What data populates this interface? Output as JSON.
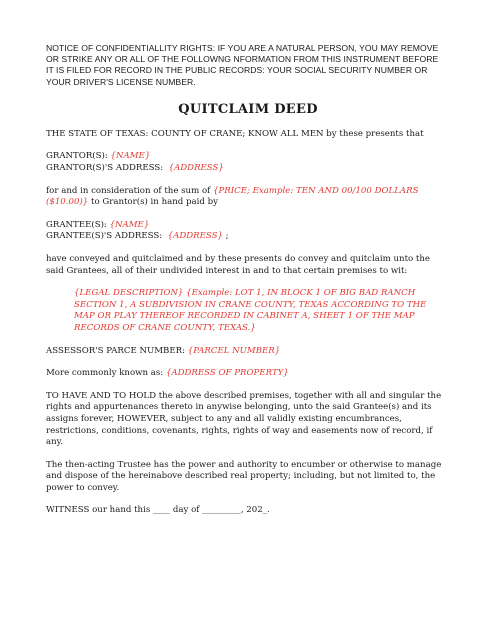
{
  "notice": "NOTICE OF CONFIDENTIALLITY RIGHTS: IF YOU ARE A NATURAL PERSON, YOU MAY REMOVE OR STRIKE ANY OR ALL OF THE FOLLOWNG NFORMATION FROM THIS INSTRUMENT BEFORE IT IS FILED FOR RECORD IN THE PUBLIC RECORDS: YOUR SOCIAL SECURITY NUMBER OR YOUR DRIVER'S LICENSE NUMBER.",
  "title": "QUITCLAIM DEED",
  "state_line": "THE STATE OF TEXAS: COUNTY OF CRANE;  KNOW ALL MEN by these presents that",
  "grantor": {
    "label": "GRANTOR(S):",
    "name_ph": "{NAME}",
    "address_label": "GRANTOR(S)'S ADDRESS:",
    "address_ph": "{ADDRESS}"
  },
  "consideration": {
    "before": "for and in consideration of the sum of",
    "price_ph": "{PRICE; Example:  TEN AND 00/100 DOLLARS ($10.00)}",
    "after": "to Grantor(s) in hand paid by"
  },
  "grantee": {
    "label": "GRANTEE(S):",
    "name_ph": "{NAME}",
    "address_label": "GRANTEE(S)'S ADDRESS:",
    "address_ph": "{ADDRESS}",
    "address_suffix": ";"
  },
  "conveyance": "have conveyed and quitclaimed and by these presents do convey and quitclaim unto the said Grantees, all of their undivided interest in and to that certain premises to wit:",
  "legal_description_ph": "{LEGAL DESCRIPTION} {Example:  LOT 1, IN BLOCK 1 OF BIG BAD RANCH SECTION 1, A SUBDIVISION IN CRANE COUNTY, TEXAS ACCORDING TO THE MAP OR PLAY THEREOF RECORDED IN CABINET A, SHEET 1 OF THE MAP RECORDS OF CRANE COUNTY, TEXAS.}",
  "parcel": {
    "label": "ASSESSOR'S PARCE NUMBER:",
    "ph": "{PARCEL NUMBER}"
  },
  "known_as": {
    "label": "More commonly known as:",
    "ph": "{ADDRESS OF PROPERTY}"
  },
  "habendum": "TO HAVE AND TO HOLD the above described premises, together with all and singular the rights and appurtenances thereto in anywise belonging, unto the said Grantee(s) and its assigns forever, HOWEVER, subject to any and all validly existing encumbrances, restrictions, conditions, covenants, rights, rights of way and easements now of record, if any.",
  "trustee": "The then-acting Trustee has the power and authority to encumber or otherwise to manage and dispose of the hereinabove described real property; including, but not limited to, the power to convey.",
  "witness": "WITNESS our hand this ____ day of _________, 202_."
}
